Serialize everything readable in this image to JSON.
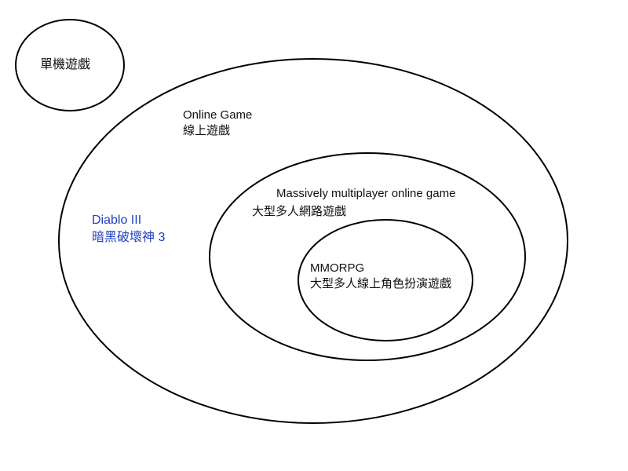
{
  "colors": {
    "stroke": "#000000",
    "highlight": "#1f3fbf"
  },
  "sets": {
    "single_player": {
      "label": "單機遊戲"
    },
    "online_game": {
      "label_en": "Online Game",
      "label_zh": "線上遊戲"
    },
    "mmo": {
      "label_en": "Massively multiplayer online game",
      "label_zh": "大型多人網路遊戲"
    },
    "mmorpg": {
      "label_en": "MMORPG",
      "label_zh": "大型多人線上角色扮演遊戲"
    }
  },
  "example": {
    "label_en": "Diablo III",
    "label_zh": "暗黑破壞神 3"
  }
}
